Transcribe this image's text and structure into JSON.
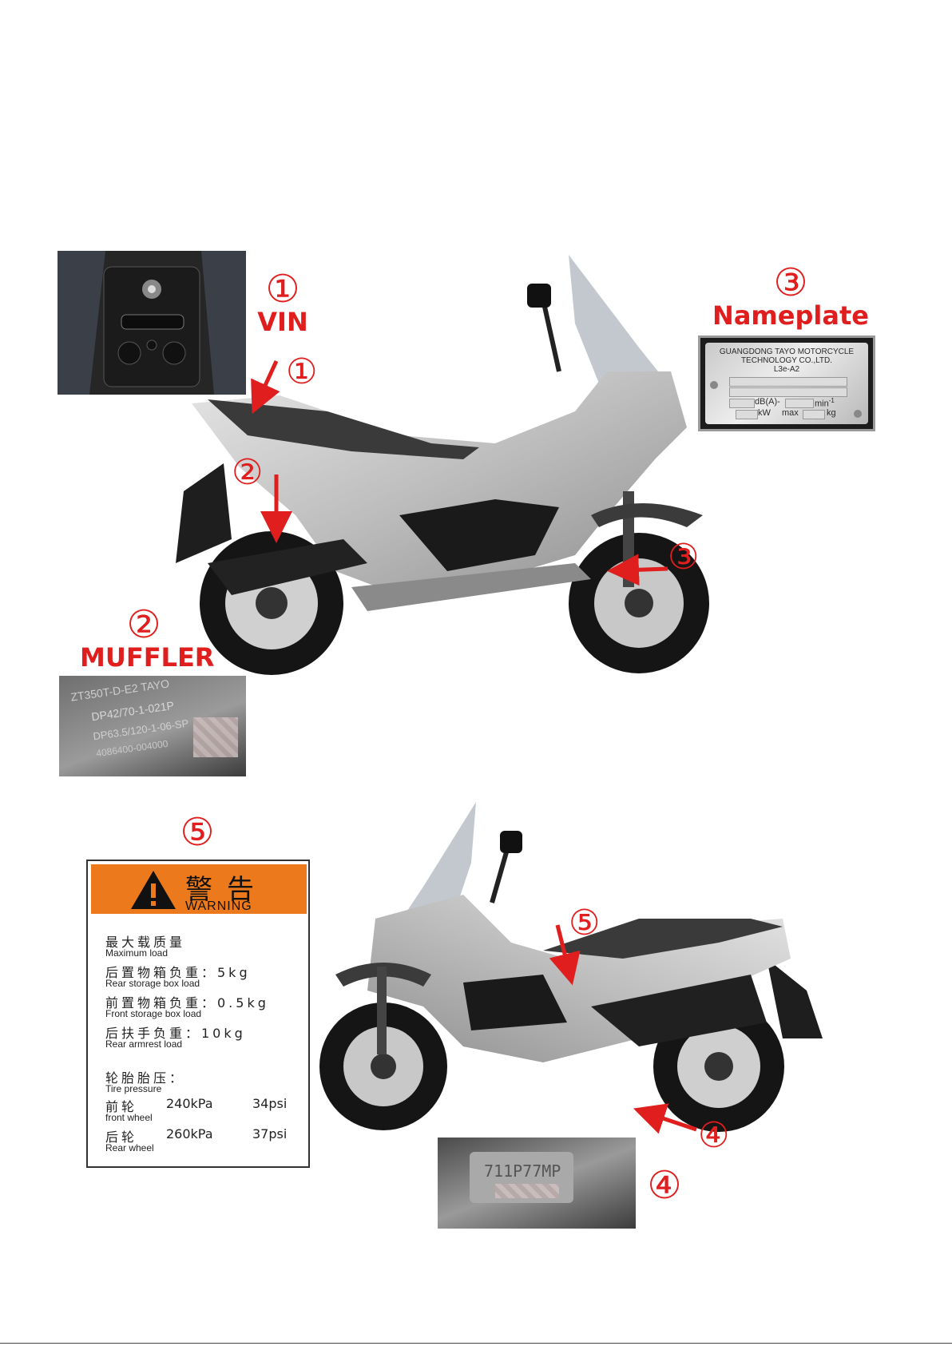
{
  "callouts": {
    "vin": {
      "number": "①",
      "label": "VIN"
    },
    "muffler": {
      "number": "②",
      "label": "MUFFLER"
    },
    "nameplate": {
      "number": "③",
      "label": "Nameplate"
    },
    "engine": {
      "number": "④"
    },
    "warning": {
      "number": "⑤"
    }
  },
  "diagram_markers": {
    "m1": "①",
    "m2": "②",
    "m3": "③",
    "m4": "④",
    "m5": "⑤"
  },
  "nameplate": {
    "line1": "GUANGDONG TAYO MOTORCYCLE",
    "line2": "TECHNOLOGY CO.,LTD.",
    "line3": "L3e-A2",
    "unit_db": "dB(A)-",
    "unit_rpm": "min",
    "unit_rpm_sup": "-1",
    "unit_kw": "kW",
    "unit_max": "max",
    "unit_kg": "kg"
  },
  "muffler_photo": {
    "line1": "ZT350T-D-E2 TAYO",
    "line2": "DP42/70-1-021P",
    "line3": "DP63.5/120-1-06-SP",
    "line4": "4086400-004000"
  },
  "engine_photo": {
    "code": "711P77MP"
  },
  "warning_label": {
    "title_zh": "警告",
    "title_en": "WARNING",
    "max_load_zh": "最大载质量",
    "max_load_en": "Maximum load",
    "rear_box_zh": "后置物箱负重：5kg",
    "rear_box_en": "Rear storage box load",
    "front_box_zh": "前置物箱负重：0.5kg",
    "front_box_en": "Front storage box load",
    "armrest_zh": "后扶手负重：10kg",
    "armrest_en": "Rear armrest load",
    "tire_zh": "轮胎胎压：",
    "tire_en": "Tire pressure",
    "front_zh": "前轮",
    "front_kpa": "240kPa",
    "front_psi": "34psi",
    "front_en": "front wheel",
    "rear_zh": "后轮",
    "rear_kpa": "260kPa",
    "rear_psi": "37psi",
    "rear_en": "Rear wheel"
  },
  "colors": {
    "callout_red": "#e01e1e",
    "warning_orange": "#ec7a1c",
    "scooter_silver": "#c8c8c8"
  }
}
